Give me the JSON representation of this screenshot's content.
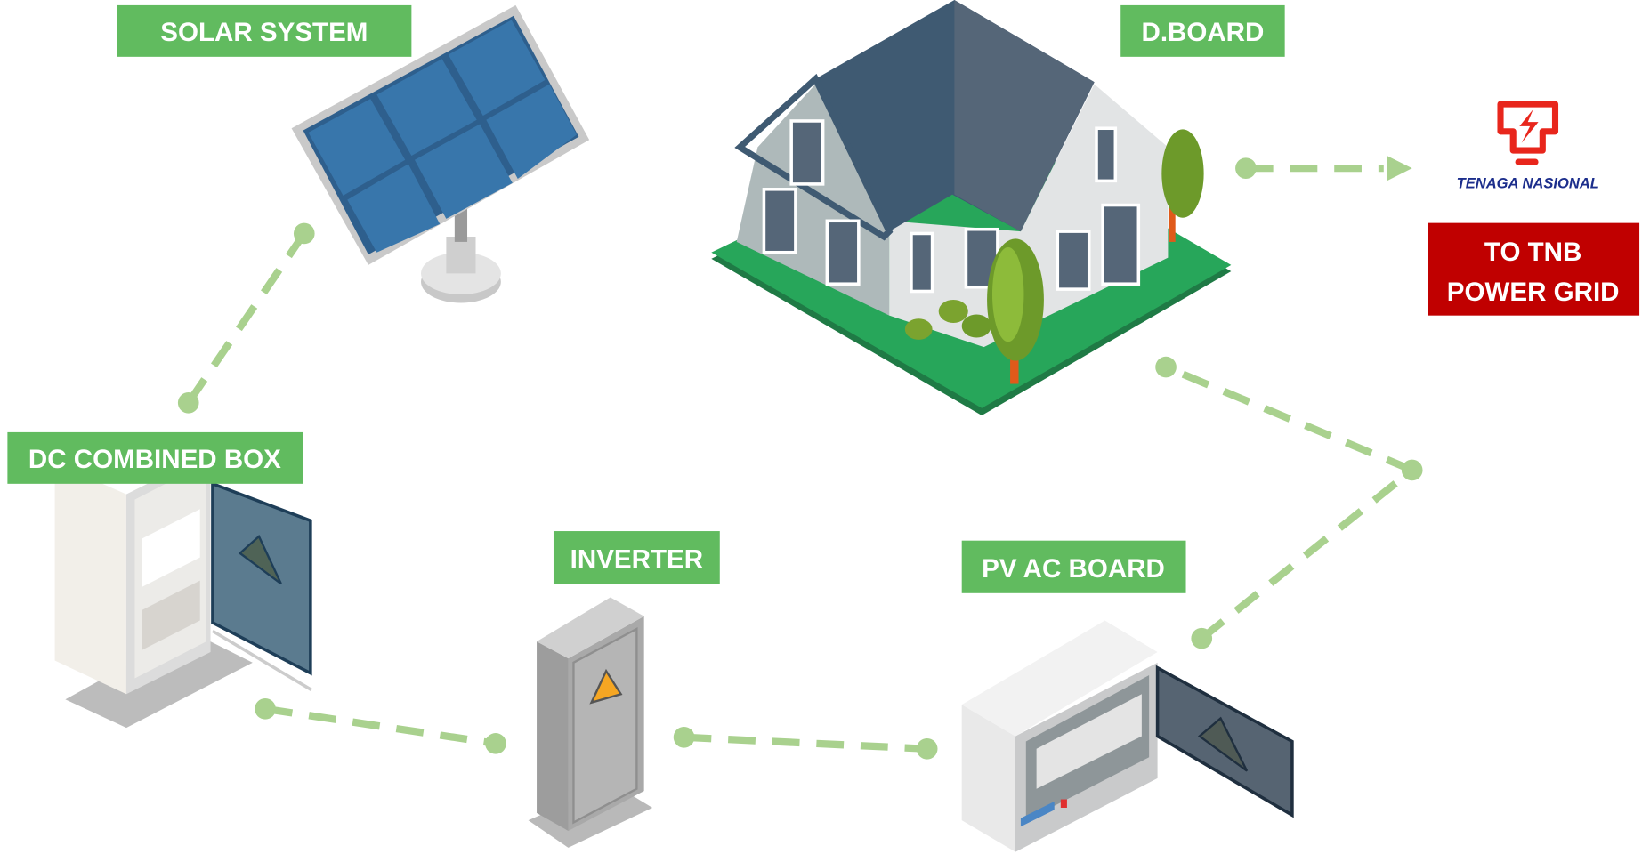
{
  "labels": {
    "solar": "SOLAR SYSTEM",
    "dboard": "D.BOARD",
    "dc_box": "DC COMBINED BOX",
    "inverter": "INVERTER",
    "pv_ac": "PV AC BOARD",
    "tnb_line1": "TO TNB",
    "tnb_line2": "POWER GRID"
  },
  "logo": {
    "text": "TENAGA NASIONAL"
  },
  "colors": {
    "label_green": "#61bb5f",
    "tnb_red": "#c00000",
    "connector": "#a9d18e",
    "logo_red": "#e8261c",
    "logo_blue": "#1c2e8c"
  }
}
